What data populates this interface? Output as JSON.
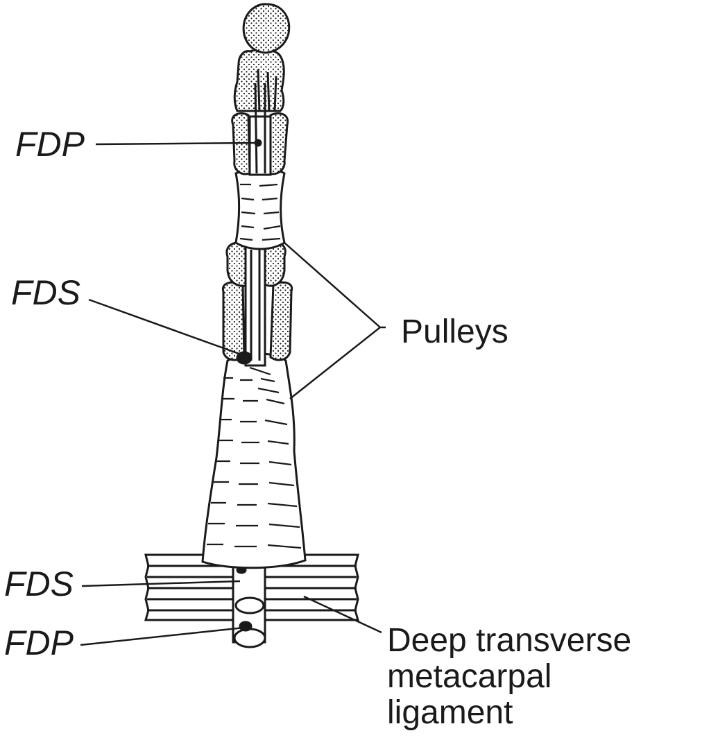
{
  "labels": {
    "fdp_distal": "FDP",
    "fds_middle": "FDS",
    "pulleys": "Pulleys",
    "fds_base": "FDS",
    "fdp_base": "FDP",
    "ligament_line1": "Deep transverse",
    "ligament_line2": "metacarpal",
    "ligament_line3": "ligament"
  },
  "colors": {
    "ink": "#1a1a1a",
    "paper": "#ffffff",
    "stipple": "#8a8a8a"
  }
}
